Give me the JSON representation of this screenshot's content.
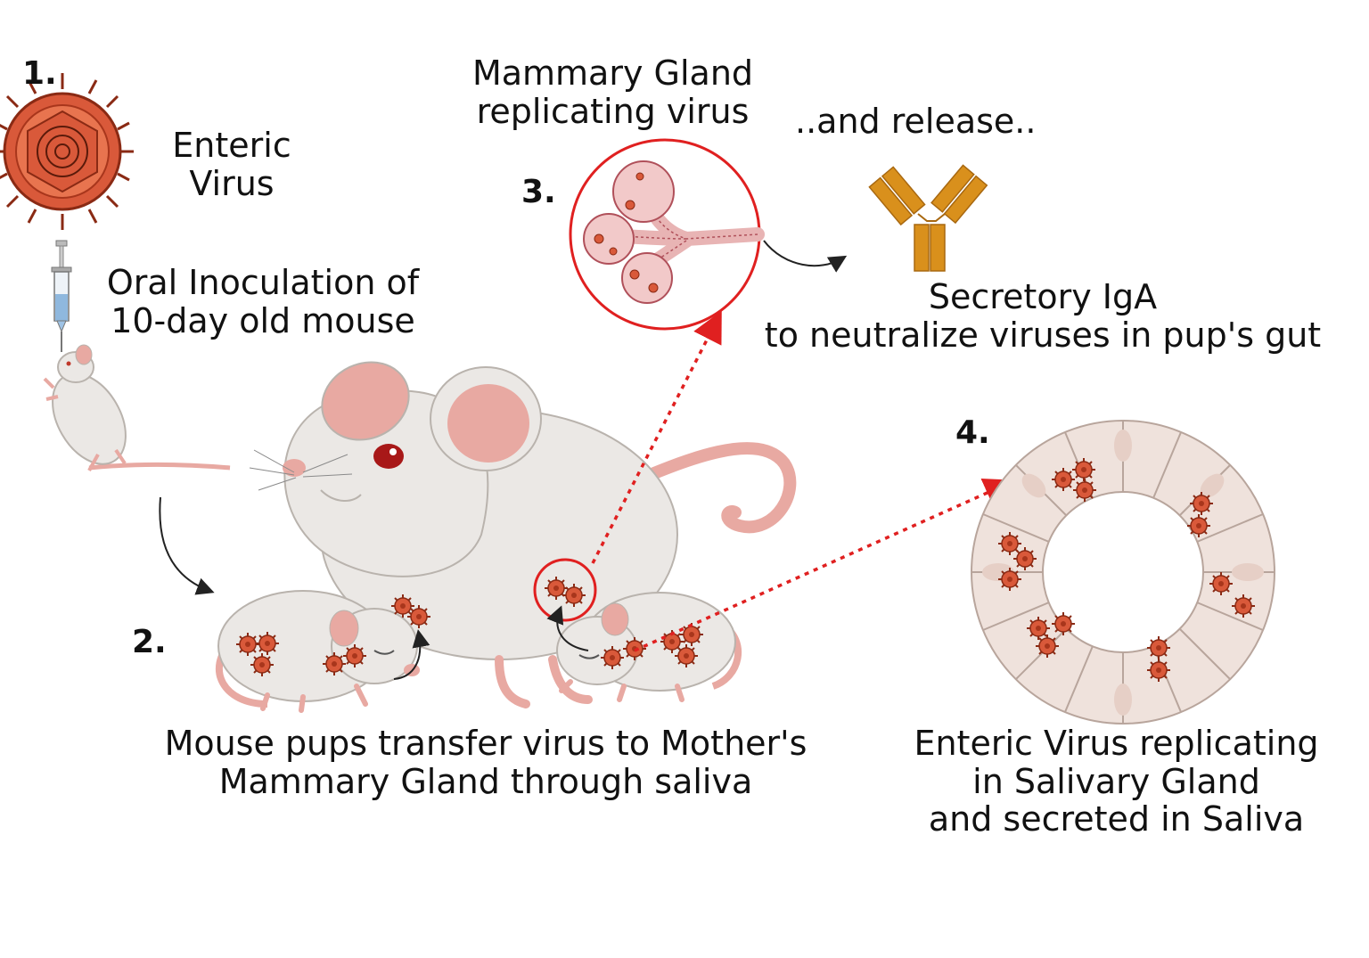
{
  "steps": {
    "one": "1.",
    "two": "2.",
    "three": "3.",
    "four": "4."
  },
  "labels": {
    "enteric_virus_line1": "Enteric",
    "enteric_virus_line2": "Virus",
    "oral_inoculation_line1": "Oral Inoculation of",
    "oral_inoculation_line2": "10-day old mouse",
    "mammary_line1": "Mammary Gland",
    "mammary_line2": "replicating virus",
    "and_release": "..and release..",
    "iga_line1": "Secretory IgA",
    "iga_line2": "to neutralize viruses in pup's gut",
    "pups_line1": "Mouse pups transfer virus to Mother's",
    "pups_line2": "Mammary Gland through saliva",
    "salivary_line1": "Enteric Virus replicating",
    "salivary_line2": "in Salivary Gland",
    "salivary_line3": "and secreted in Saliva"
  },
  "colors": {
    "virus": "#d9593a",
    "virus_dark": "#8a2a14",
    "mouse_body": "#ebe8e5",
    "mouse_outline": "#b9b3ad",
    "mouse_pink": "#e8a9a2",
    "gland_pink": "#f2c9c9",
    "gland_dark": "#b0505a",
    "highlight_red": "#e02020",
    "antibody": "#d9901c",
    "salivary_cell": "#efe2dc",
    "salivary_outline": "#b8a59c"
  }
}
